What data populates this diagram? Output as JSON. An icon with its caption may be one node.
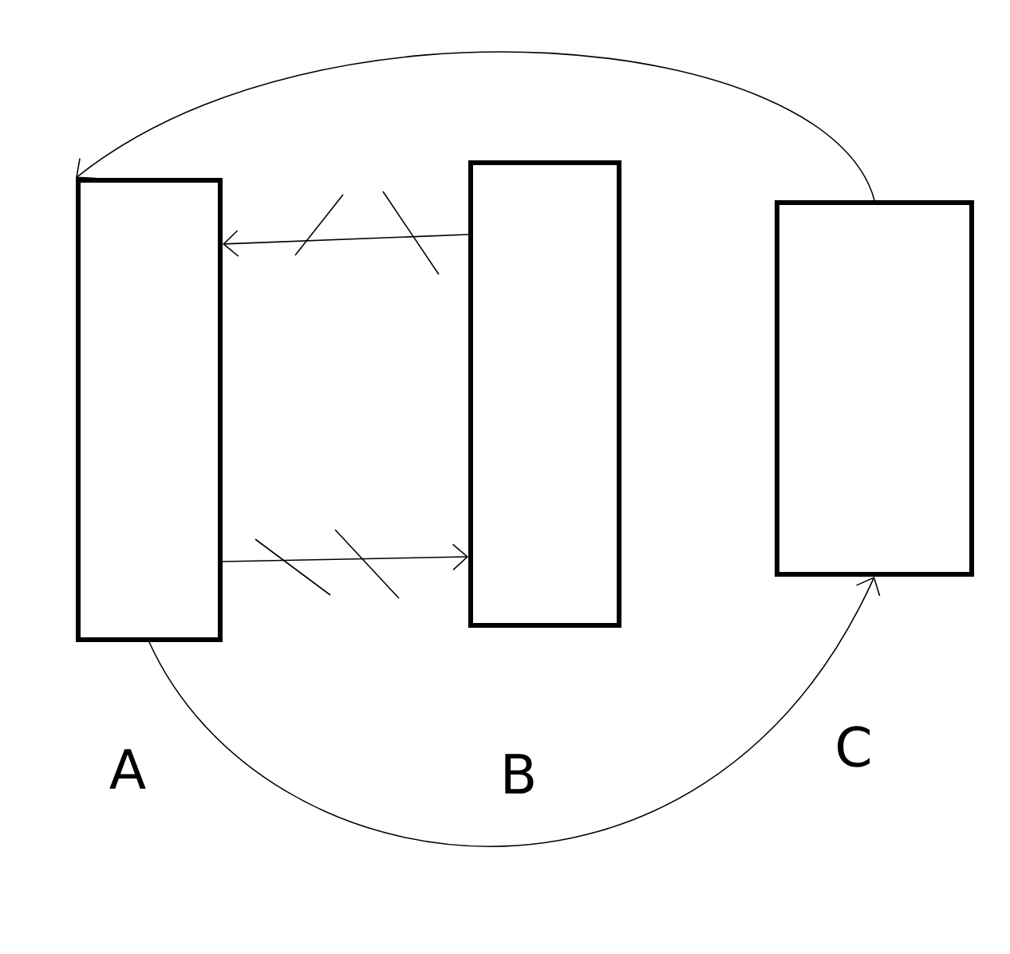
{
  "diagram": {
    "nodes": [
      {
        "text": [],
        "shape": "box",
        "beside": [
          "A"
        ]
      },
      {
        "text": [],
        "shape": "box",
        "beside": [
          "B"
        ]
      },
      {
        "text": [],
        "shape": "box",
        "beside": [
          "C"
        ]
      }
    ],
    "edges": [
      {
        "from": 1,
        "to": 0,
        "arrow": "to"
      },
      {
        "from": 0,
        "to": 1,
        "arrow": "to"
      },
      {
        "from": 2,
        "to": 0,
        "arrow": "to"
      },
      {
        "from": 0,
        "to": 2,
        "arrow": "to"
      }
    ]
  }
}
